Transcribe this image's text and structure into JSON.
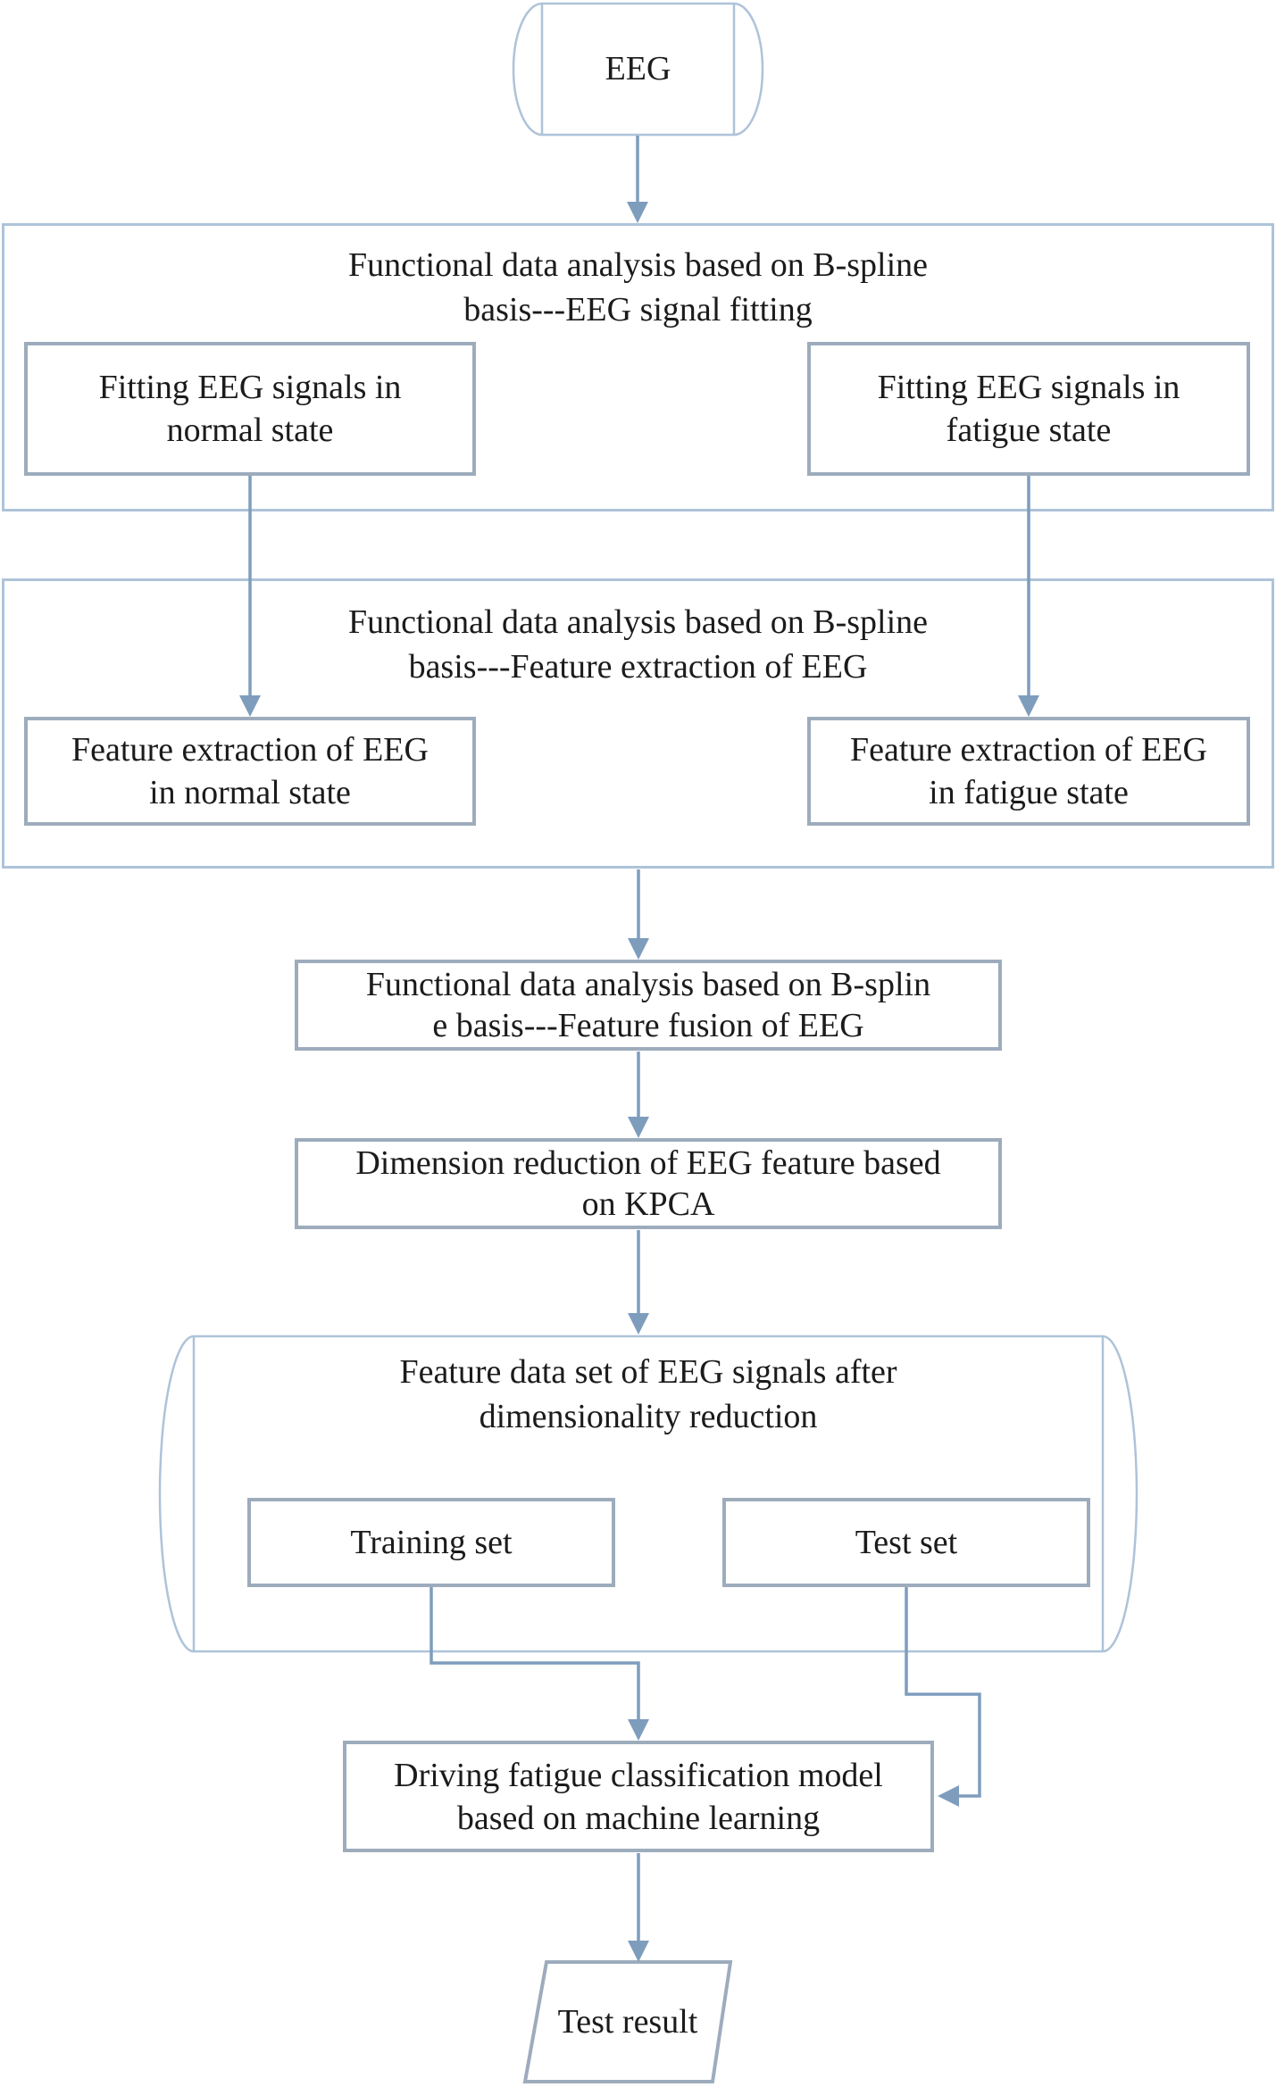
{
  "nodes": {
    "eeg": {
      "label": "EEG"
    },
    "signal_fitting": {
      "title_line1": "Functional data analysis based on B-spline",
      "title_line2": "basis---EEG signal fitting",
      "normal": {
        "line1": "Fitting EEG signals in",
        "line2": "normal state"
      },
      "fatigue": {
        "line1": "Fitting EEG signals in",
        "line2": "fatigue state"
      }
    },
    "feature_extraction": {
      "title_line1": "Functional data analysis based on B-spline",
      "title_line2": "basis---Feature extraction of EEG",
      "normal": {
        "line1": "Feature extraction of EEG",
        "line2": "in normal state"
      },
      "fatigue": {
        "line1": "Feature extraction of EEG",
        "line2": "in fatigue state"
      }
    },
    "feature_fusion": {
      "line1": "Functional data analysis based on B-splin",
      "line2": "e basis---Feature fusion of EEG"
    },
    "dimension_reduction": {
      "line1": "Dimension reduction of EEG feature based",
      "line2": "on KPCA"
    },
    "feature_dataset": {
      "title_line1": "Feature data set of EEG signals after",
      "title_line2": "dimensionality reduction",
      "training": "Training set",
      "test": "Test set"
    },
    "classification_model": {
      "line1": "Driving fatigue classification model",
      "line2": "based on machine learning"
    },
    "test_result": {
      "label": "Test result"
    }
  },
  "colors": {
    "outer_box_border": "#aec3d9",
    "inner_box_border": "#9dacbc",
    "connector": "#7e9dbd",
    "text": "#1b1b1b",
    "background": "#ffffff"
  }
}
